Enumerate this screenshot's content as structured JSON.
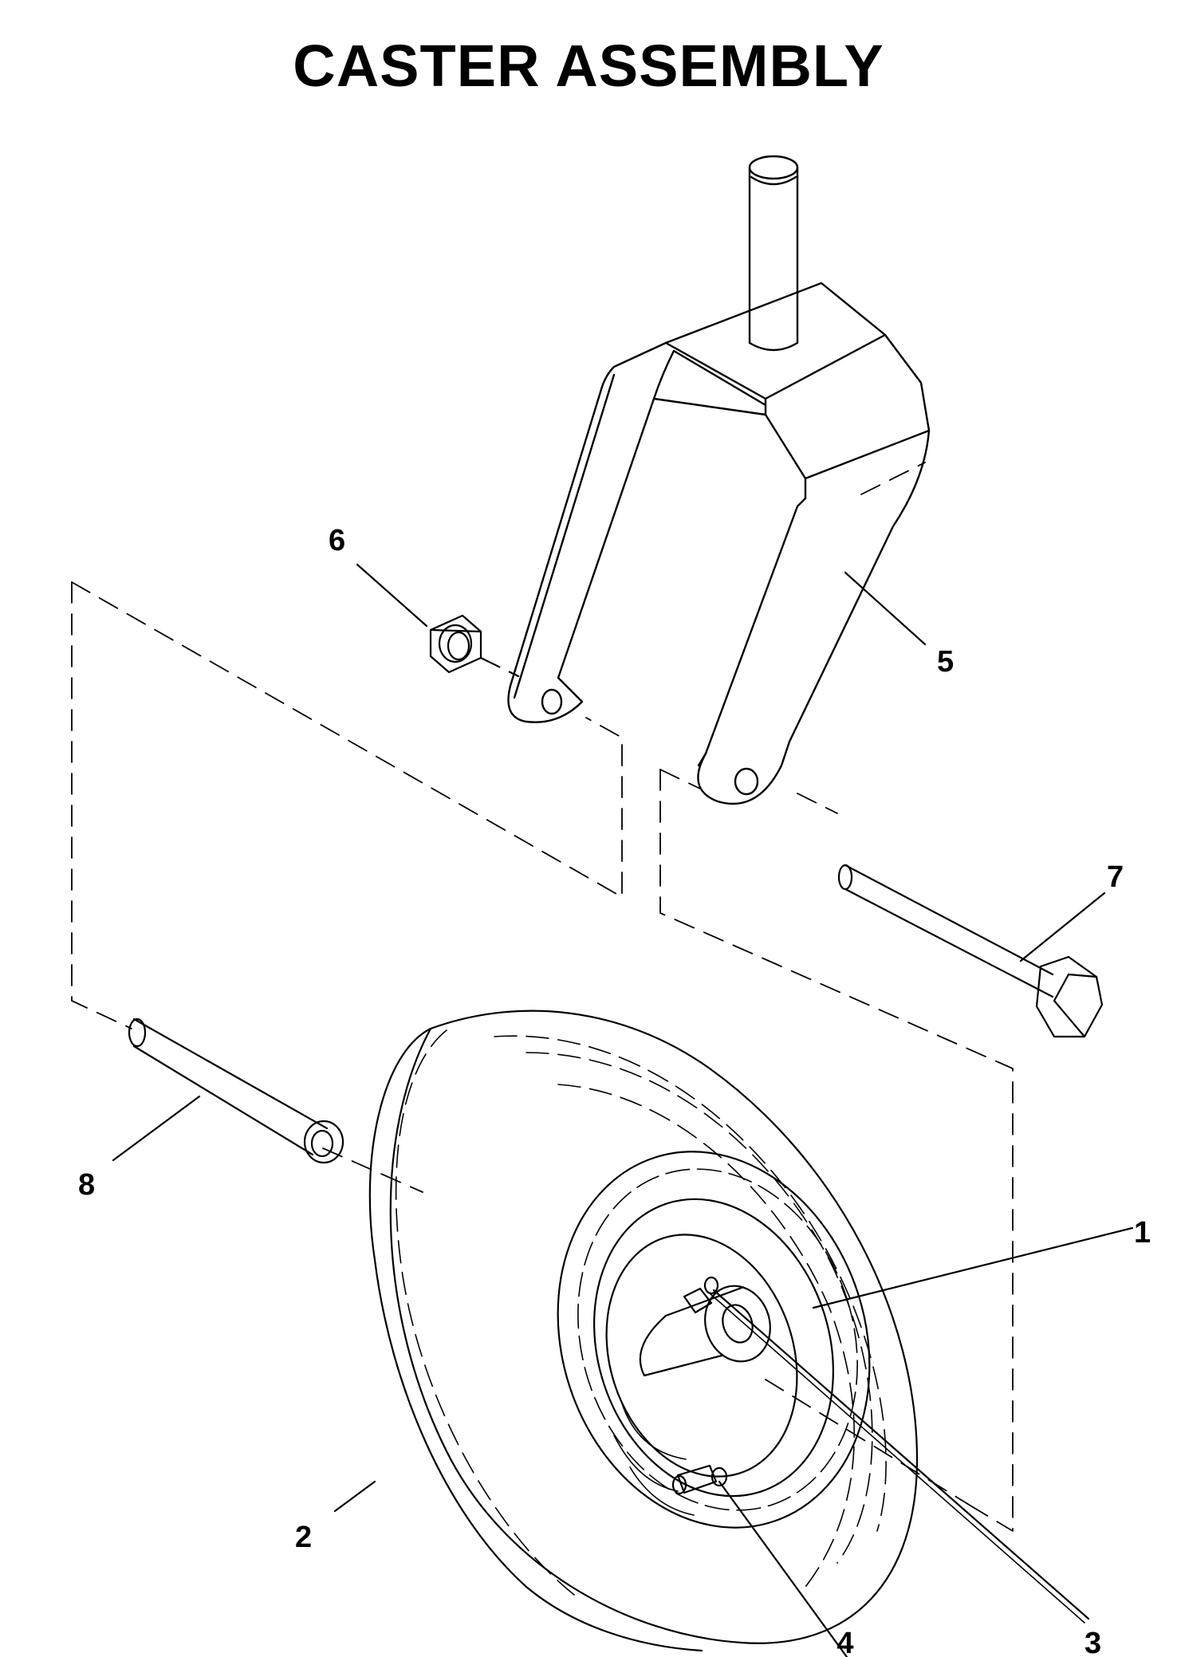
{
  "title": "CASTER ASSEMBLY",
  "callouts": {
    "c1": "1",
    "c2": "2",
    "c3": "3",
    "c4": "4",
    "c5": "5",
    "c6": "6",
    "c7": "7",
    "c8": "8"
  },
  "colors": {
    "ink": "#000000",
    "paper": "#ffffff"
  }
}
